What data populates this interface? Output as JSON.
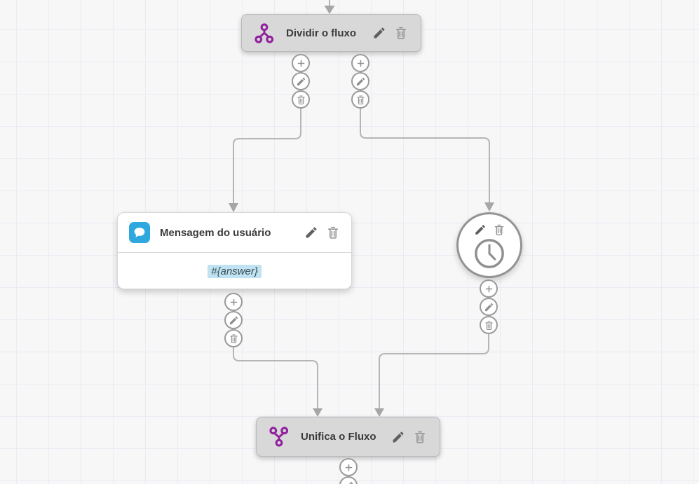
{
  "theme": {
    "background": "#f7f7f8",
    "grid_line": "#e9ecf3",
    "wire": "#b5b5b5",
    "arrow": "#a6a6a6",
    "node_gray": "#d8d8d8",
    "node_gray_border": "#b9b9b9",
    "card_white": "#ffffff",
    "card_border": "#d6d6d6",
    "accent_purple": "#91219e",
    "accent_blue": "#2fa8df",
    "highlight_blue": "#bfe3f2",
    "text_dark": "#3b3b3b",
    "icon_dark": "#5f5f5f",
    "icon_gray": "#8f8f8f"
  },
  "nodes": {
    "split": {
      "label": "Dividir o fluxo",
      "icon": "split-icon"
    },
    "user_message": {
      "label": "Mensagem do usuário",
      "icon": "chat-bubble-icon",
      "body_value": "#{answer}"
    },
    "timer": {
      "icon": "clock-icon"
    },
    "merge": {
      "label": "Unifica o Fluxo",
      "icon": "merge-icon"
    }
  },
  "actions": {
    "edit": "pencil-icon",
    "delete": "trash-icon",
    "add": "plus-icon"
  }
}
